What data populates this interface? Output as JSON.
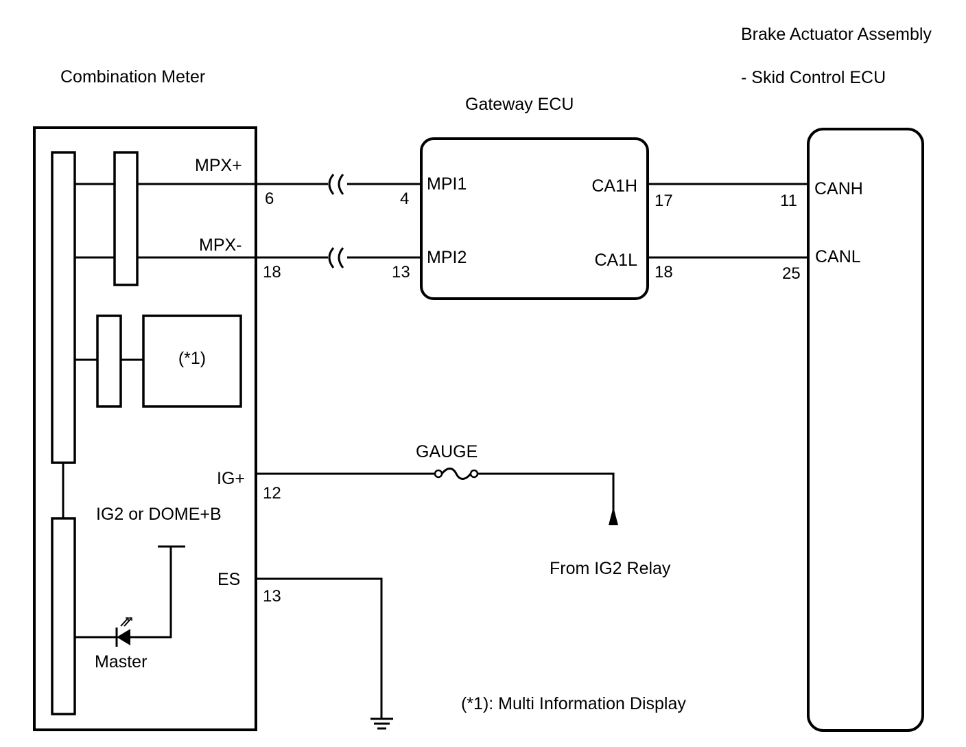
{
  "components": {
    "combination_meter": "Combination Meter",
    "gateway_ecu": "Gateway ECU",
    "brake_actuator_line1": "Brake Actuator Assembly",
    "brake_actuator_line2": "- Skid Control ECU"
  },
  "meter": {
    "mpx_plus": {
      "label": "MPX+",
      "pin": "6"
    },
    "mpx_minus": {
      "label": "MPX-",
      "pin": "18"
    },
    "ig_plus": {
      "label": "IG+",
      "pin": "12"
    },
    "es": {
      "label": "ES",
      "pin": "13"
    },
    "display_ref": "(*1)",
    "power_label": "IG2 or DOME+B",
    "master_label": "Master"
  },
  "gateway": {
    "mpi1": {
      "label": "MPI1",
      "pin": "4"
    },
    "mpi2": {
      "label": "MPI2",
      "pin": "13"
    },
    "ca1h": {
      "label": "CA1H",
      "pin": "17"
    },
    "ca1l": {
      "label": "CA1L",
      "pin": "18"
    }
  },
  "skid_ecu": {
    "canh": {
      "label": "CANH",
      "pin": "11"
    },
    "canl": {
      "label": "CANL",
      "pin": "25"
    }
  },
  "fuse_label": "GAUGE",
  "relay_label": "From IG2 Relay",
  "footnote": "(*1): Multi Information Display"
}
